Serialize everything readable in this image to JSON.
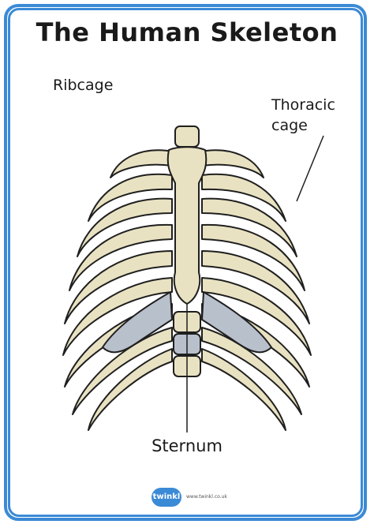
{
  "title": "The Human Skeleton",
  "labels": {
    "ribcage": "Ribcage",
    "thoracic_line1": "Thoracic",
    "thoracic_line2": "cage",
    "sternum": "Sternum"
  },
  "footer": {
    "logo_text": "twinkl",
    "url": "www.twinkl.co.uk"
  },
  "colors": {
    "frame": "#3b8ad6",
    "bone": "#e9e2c2",
    "bone_outline": "#1f1f1f",
    "cartilage": "#b8c0cc"
  }
}
